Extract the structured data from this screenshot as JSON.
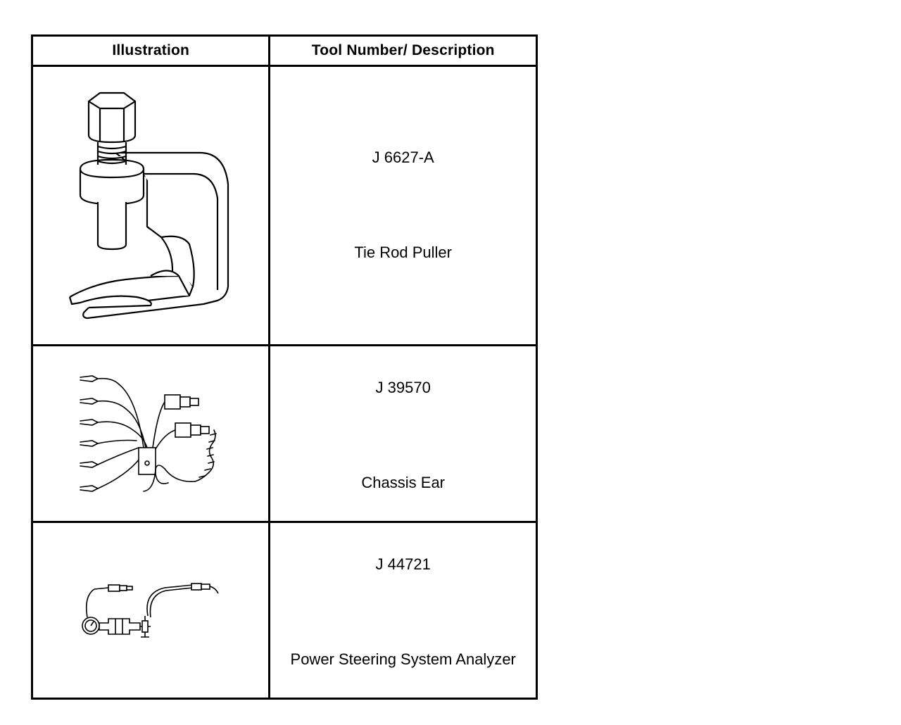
{
  "table": {
    "headers": {
      "illustration": "Illustration",
      "description": "Tool Number/ Description"
    },
    "rows": [
      {
        "tool_number": "J 6627-A",
        "description": "Tie Rod Puller",
        "illustration_icon": "tie-rod-puller-icon"
      },
      {
        "tool_number": "J 39570",
        "description": "Chassis Ear",
        "illustration_icon": "chassis-ear-icon"
      },
      {
        "tool_number": "J 44721",
        "description": "Power Steering System Analyzer",
        "illustration_icon": "power-steering-analyzer-icon"
      }
    ]
  },
  "colors": {
    "line": "#000000",
    "background": "#ffffff"
  }
}
